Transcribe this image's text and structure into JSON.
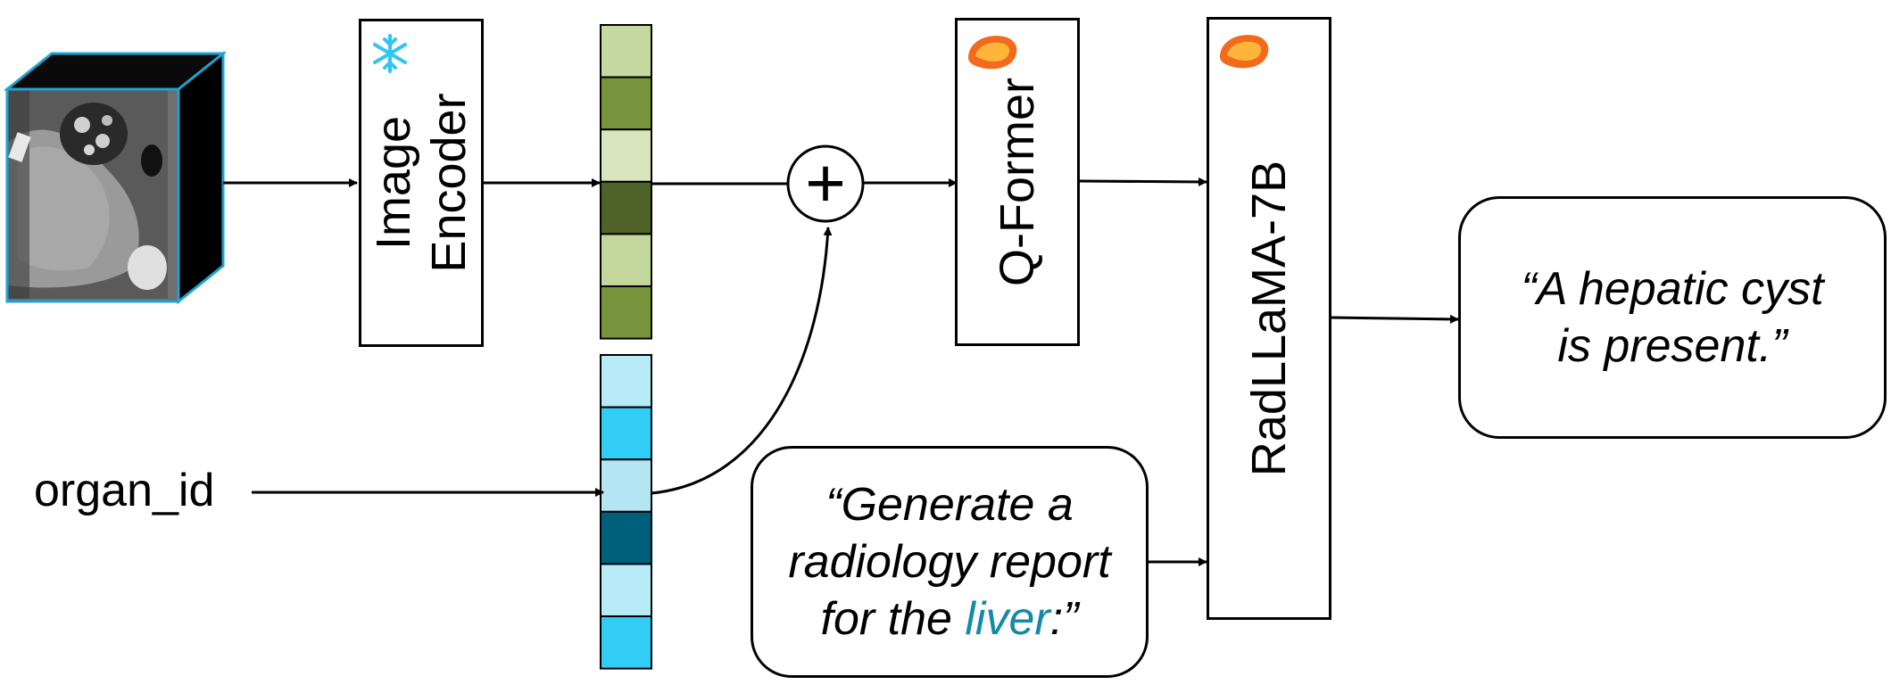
{
  "encoder": {
    "lines": [
      "Image",
      "Encoder"
    ],
    "status_icon": "snowflake-icon"
  },
  "qformer": {
    "label": "Q-Former",
    "status_icon": "flame-icon"
  },
  "llm": {
    "label": "RadLLaMA-7B",
    "status_icon": "flame-icon"
  },
  "organ_input": {
    "label": "organ_id"
  },
  "prompt": {
    "line1": "“Generate a",
    "line2": "radiology report",
    "line3_prefix": "for the ",
    "line3_highlight": "liver",
    "line3_suffix": ":”"
  },
  "output": {
    "line1": "“A hepatic cyst",
    "line2": "is present.”"
  },
  "fusion": {
    "symbol": "+"
  },
  "colors": {
    "image_feature_cells": [
      "#c6d9a0",
      "#77933c",
      "#d8e4bc",
      "#4f6228",
      "#c3d69b",
      "#77933c"
    ],
    "organ_embedding_cells": [
      "#b7ebf7",
      "#31cdf5",
      "#b3e6f2",
      "#005f7b",
      "#b7ebf7",
      "#31cdf5"
    ],
    "highlight": "#138aa8",
    "frozen_icon": "#31c6f2",
    "trainable_icon": "#f26b1d"
  }
}
